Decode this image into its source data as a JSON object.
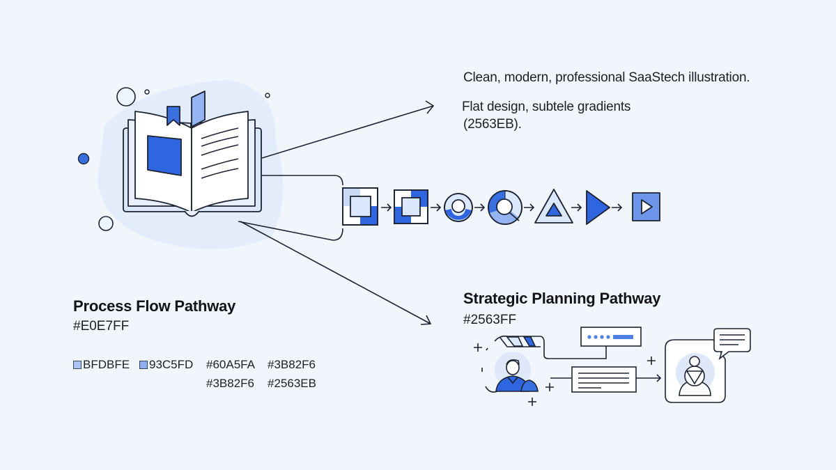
{
  "notes": {
    "line1": "Clean, modern, professional SaaStech illustration.",
    "line2": "Flat design, subtele gradients",
    "line3": "(2563EB)."
  },
  "process_flow": {
    "title": "Process Flow Pathway",
    "hex": "#E0E7FF",
    "swatches_row1": [
      {
        "label": "BFDBFE",
        "color": "#BFDBFE",
        "chip": true
      },
      {
        "label": "93C5FD",
        "color": "#93C5FD",
        "chip": true
      },
      {
        "label": "#60A5FA",
        "color": "#60A5FA",
        "chip": false
      },
      {
        "label": "#3B82F6",
        "color": "#3B82F6",
        "chip": false
      }
    ],
    "swatches_row2": [
      {
        "label": "#3B82F6",
        "color": "#3B82F6",
        "chip": false
      },
      {
        "label": "#2563EB",
        "color": "#2563EB",
        "chip": false
      }
    ]
  },
  "strategic": {
    "title": "Strategic Planning Pathway",
    "hex": "#2563FF"
  },
  "colors": {
    "background": "#f1f6fd",
    "accent": "#2563eb",
    "accent_light": "#dbe7fb",
    "accent_mid": "#93b4f0",
    "stroke": "#1c2230"
  },
  "icons": {
    "book": "open-book-icon",
    "flow_steps": [
      "square-quadrant-icon",
      "square-quadrant-alt-icon",
      "ring-icon",
      "donut-icon",
      "triangle-icon",
      "play-triangle-icon",
      "play-square-icon"
    ],
    "planning": [
      "user-avatar-icon",
      "form-field-icon",
      "document-card-icon",
      "chat-bubble-icon",
      "profile-card-icon"
    ]
  }
}
